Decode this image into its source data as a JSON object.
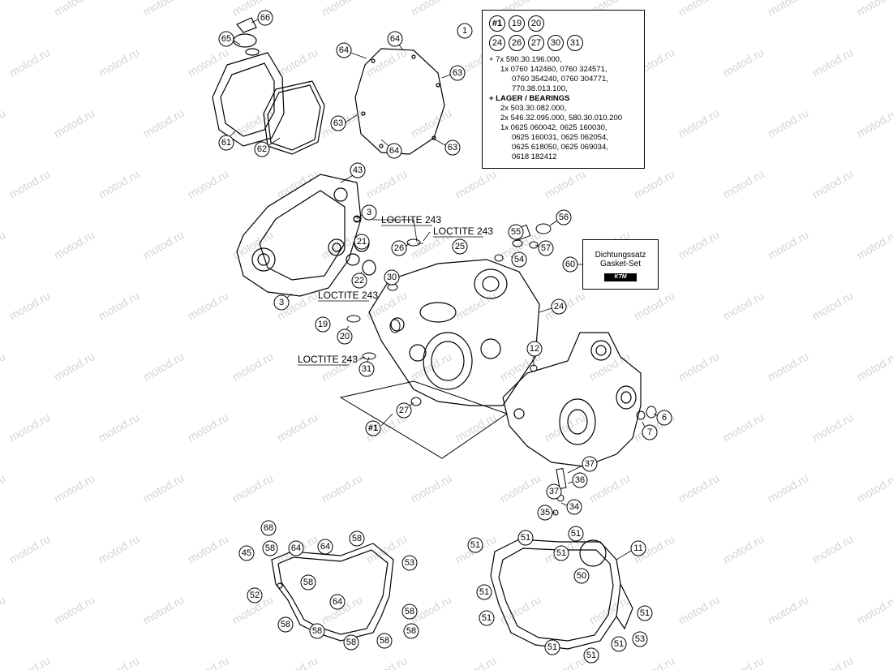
{
  "watermark": "motod.ru",
  "callouts": {
    "n1": "1",
    "n3": "3",
    "n6": "6",
    "n7": "7",
    "n11": "11",
    "n12": "12",
    "n19": "19",
    "n20": "20",
    "n21": "21",
    "n22": "22",
    "n24": "24",
    "n25": "25",
    "n26": "26",
    "n27": "27",
    "n30": "30",
    "n31": "31",
    "n34": "34",
    "n35": "35",
    "n36": "36",
    "n37": "37",
    "n43": "43",
    "n45": "45",
    "n50": "50",
    "n51": "51",
    "n52": "52",
    "n53": "53",
    "n54": "54",
    "n55": "55",
    "n56": "56",
    "n57": "57",
    "n58": "58",
    "n60": "60",
    "n61": "61",
    "n62": "62",
    "n63": "63",
    "n64": "64",
    "n65": "65",
    "n66": "66",
    "n68": "68",
    "h1": "#1"
  },
  "loctite": "LOCTITE 243",
  "kit_box": {
    "numbers": [
      "#1",
      "19",
      "20",
      "24",
      "26",
      "27",
      "30",
      "31"
    ],
    "line1": "+ 7x 590.30.196.000,",
    "line2": "1x 0760 142460, 0760 324571,",
    "line3": "0760 354240, 0760 304771,",
    "line4": "770.38.013.100,",
    "line5": "+ LAGER / BEARINGS",
    "line6": "2x 503.30.082.000,",
    "line7": "2x 546.32.095.000, 580.30.010.200",
    "line8": "1x 0625 060042, 0625 160030,",
    "line9": "0625 160031, 0625 062054,",
    "line10": "0625 618050, 0625 069034,",
    "line11": "0618 182412"
  },
  "gasket_set": {
    "line1": "Dichtungssatz",
    "line2": "Gasket-Set",
    "logo": "KTM"
  }
}
